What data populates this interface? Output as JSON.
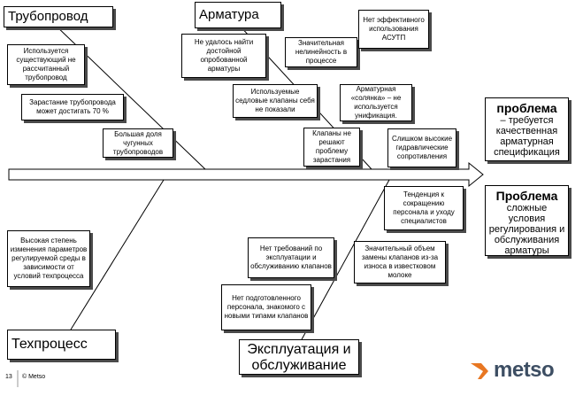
{
  "categories": {
    "pipeline": "Трубопровод",
    "valves": "Арматура",
    "process": "Техпроцесс",
    "operation_line1": "Эксплуатация и",
    "operation_line2": "обслуживание"
  },
  "causes": {
    "c1": "Используется существующий не рассчитанный трубопровод",
    "c2": "Зарастание трубопровода может достигать 70 %",
    "c3": "Большая доля чугунных трубопроводов",
    "c4": "Не удалось найти достойной опробованной арматуры",
    "c5": "Значительная нелинейность в процессе",
    "c6": "Нет эффективного использования АСУТП",
    "c7": "Используемые седловые клапаны себя не показали",
    "c8": "Арматурная «солянка» – не используется унификация.",
    "c9": "Клапаны не решают проблему зарастания",
    "c10": "Слишком высокие гидравлические сопротивления",
    "c11": "Высокая степень изменения параметров регулируемой среды в зависимости от условий техпроцесса",
    "c12": "Тенденция к сокращению персонала и уходу специалистов",
    "c13": "Нет требований по эксплуатации и обслуживанию клапанов",
    "c14": "Значительный объем замены клапанов из-за износа в известковом молоке",
    "c15": "Нет подготовленного персонала, знакомого с новыми типами клапанов"
  },
  "problems": {
    "p1_title": "проблема",
    "p1_text": "– требуется качественная арматурная спецификация",
    "p2_title": "Проблема",
    "p2_text": "сложные условия регулирования и обслуживания арматуры"
  },
  "footer": {
    "page": "13",
    "copyright": "© Metso",
    "logo": "metso"
  },
  "colors": {
    "logo_text": "#3d4e63",
    "logo_orange": "#e87722",
    "shadow": "#4a4a4a"
  }
}
